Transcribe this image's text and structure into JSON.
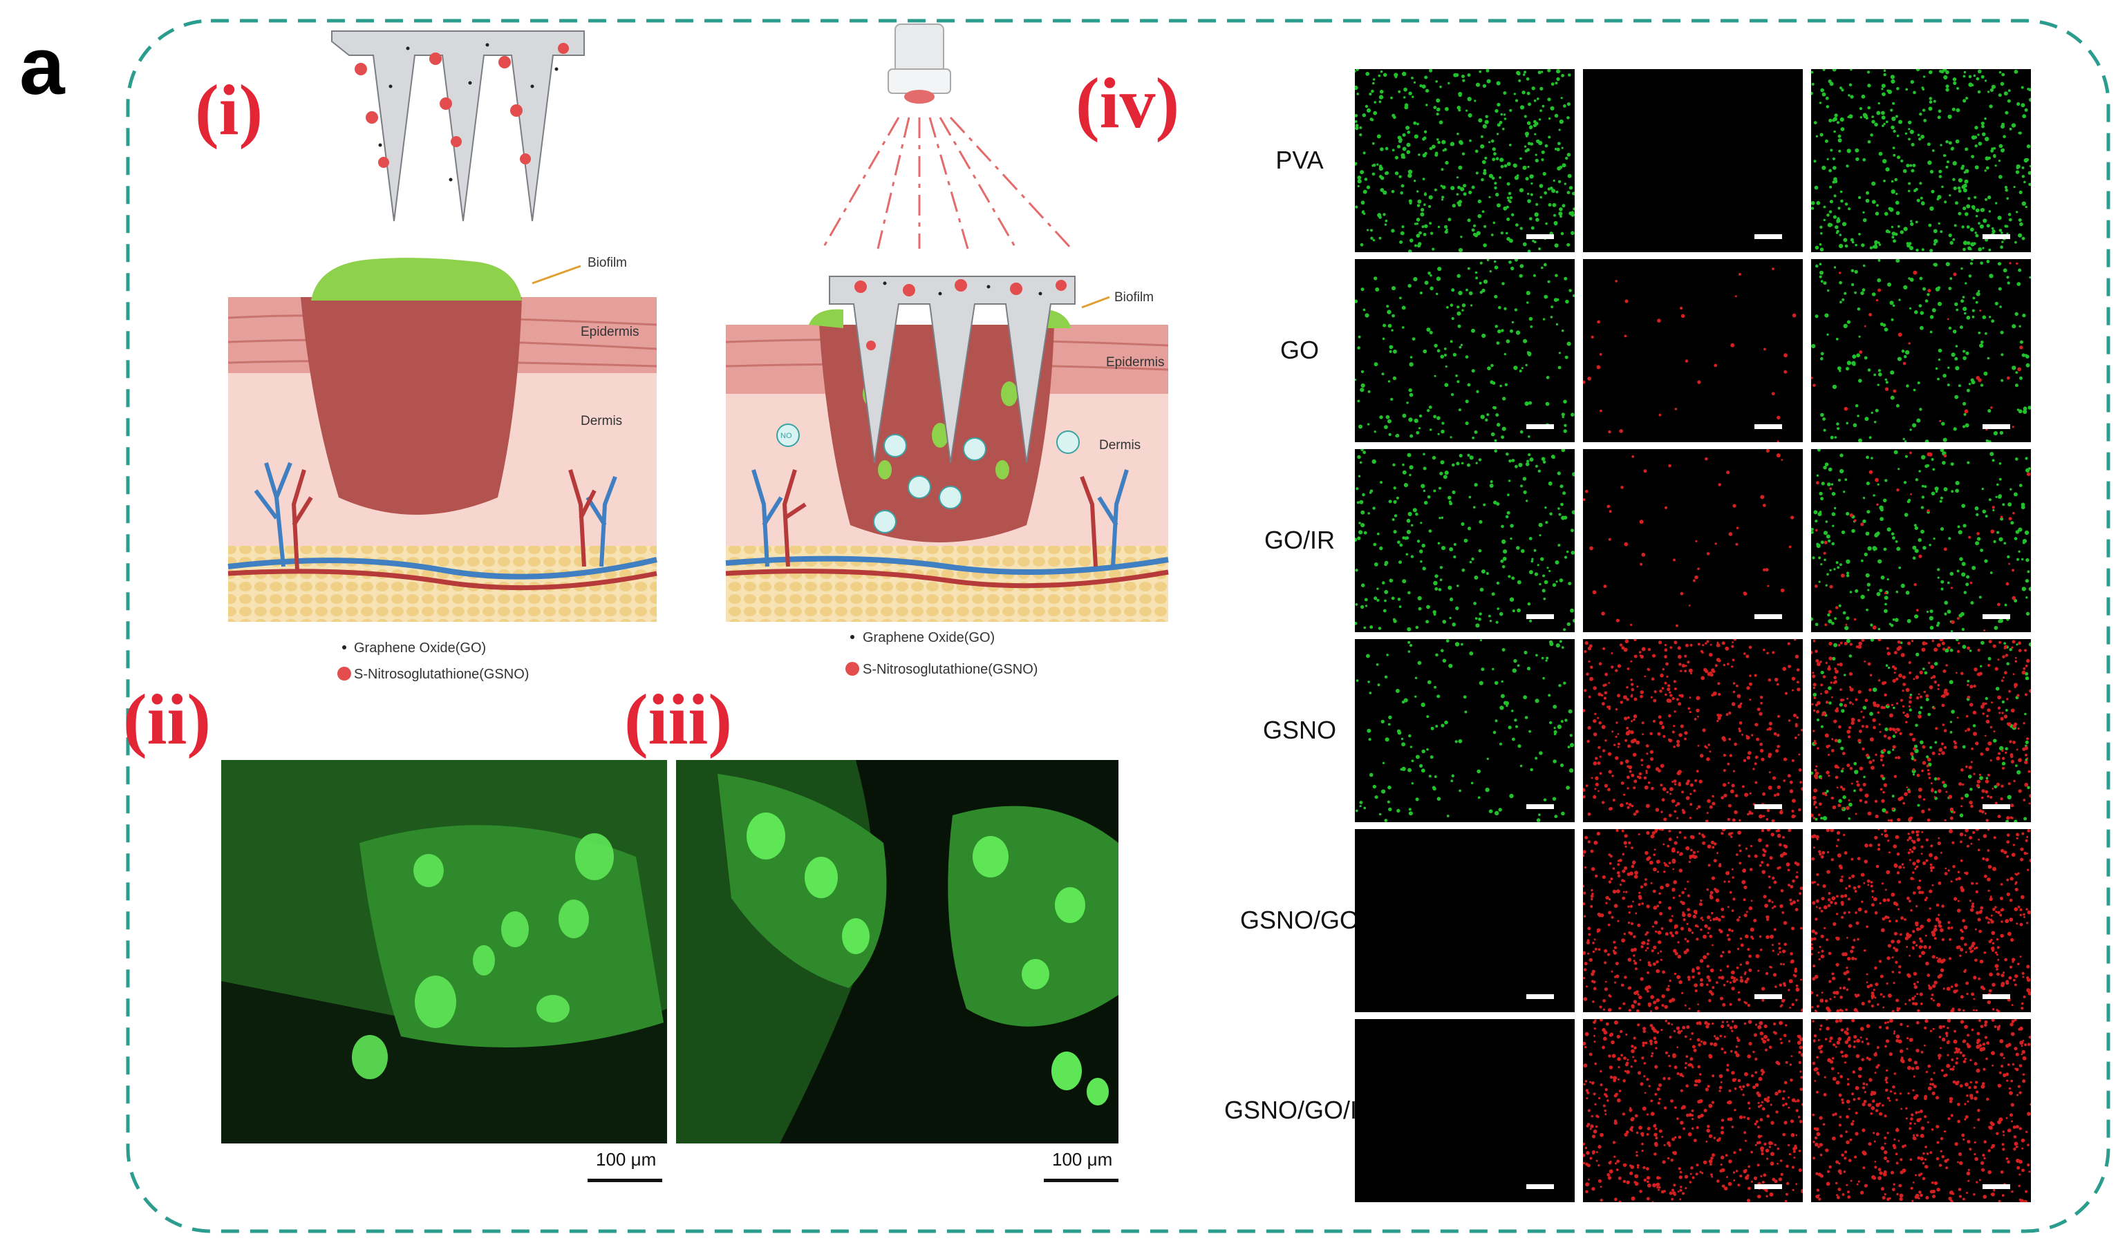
{
  "panel_letter": "a",
  "sub_labels": {
    "i": "(i)",
    "ii": "(ii)",
    "iii": "(iii)",
    "iv": "(iv)"
  },
  "diagram_i": {
    "biofilm": "Biofilm",
    "epidermis": "Epidermis",
    "dermis": "Dermis",
    "legend_go": "Graphene Oxide(GO)",
    "legend_gsno": "S-Nitrosoglutathione(GSNO)"
  },
  "diagram_iv": {
    "biofilm": "Biofilm",
    "epidermis": "Epidermis",
    "dermis": "Dermis",
    "no_label": "NO",
    "legend_go": "Graphene Oxide(GO)",
    "legend_gsno": "S-Nitrosoglutathione(GSNO)"
  },
  "scale_bar_text": "100 μm",
  "rows": [
    {
      "label": "PVA",
      "green": [
        0.9,
        0.0,
        0.9
      ],
      "red": [
        0.0,
        0.0,
        0.0
      ]
    },
    {
      "label": "GO",
      "green": [
        0.45,
        0.0,
        0.45
      ],
      "red": [
        0.0,
        0.05,
        0.05
      ]
    },
    {
      "label": "GO/IR",
      "green": [
        0.55,
        0.0,
        0.55
      ],
      "red": [
        0.0,
        0.08,
        0.08
      ]
    },
    {
      "label": "GSNO",
      "green": [
        0.35,
        0.0,
        0.3
      ],
      "red": [
        0.0,
        0.75,
        0.75
      ]
    },
    {
      "label": "GSNO/GO",
      "green": [
        0.0,
        0.0,
        0.0
      ],
      "red": [
        0.0,
        0.95,
        0.95
      ]
    },
    {
      "label": "GSNO/GO/IR",
      "green": [
        0.0,
        0.0,
        0.0
      ],
      "red": [
        0.0,
        0.95,
        0.95
      ]
    }
  ],
  "colors": {
    "frame": "#2a9d8f",
    "accent_label": "#e32636",
    "live": "#22c02a",
    "dead": "#d42020",
    "biofilm": "#8ed14a",
    "wound": "#b2534f",
    "epidermis": "#e6a09b",
    "dermis": "#f7d6cf",
    "fat": "#f3d9a0"
  }
}
